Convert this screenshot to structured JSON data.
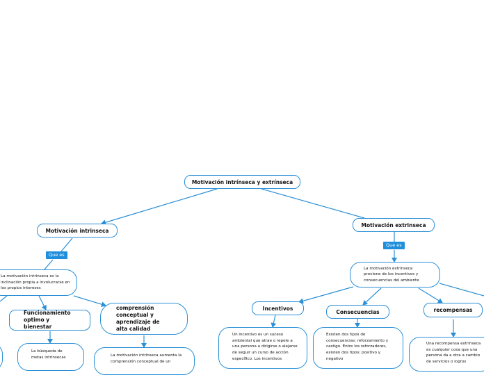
{
  "root": {
    "title": "Motivación intrínseca y extrínseca"
  },
  "left": {
    "title": "Motivación intrinseca",
    "link_label": "Que es",
    "definition": "La motivación intrínseca es la inclinación propia a involucrarse en los propios intereses",
    "child1": "Funcionamiento optimo y bienestar",
    "child1_note": "La búsqueda de metas intrínsecas",
    "child2": "comprensión conceptual y aprendizaje de alta calidad",
    "child2_note": "La motivación intrínseca aumenta la comprensión conceptual de un"
  },
  "right": {
    "title": "Motivación extrinseca",
    "link_label": "Que es",
    "definition": "La motivación extrínseca proviene de los incentivos y consecuencias del ambiente",
    "child1": "Incentivos",
    "child1_note": "Un incentivo es un suceso ambiental que atrae o repele a una persona a dirigirse o alejarse de seguir un curso de acción específico. Los incentivos",
    "child2": "Consecuencias",
    "child2_note": "Existen dos tipos de consecuencias: reforzamiento y castigo. Entre los reforzadores, existen dos tipos: positivo y negativo",
    "child3": "recompensas",
    "child3_note": "Una recompensa extrínseca es cualquier cosa que una persona da a otra a cambio de servicios o logros"
  },
  "colors": {
    "accent": "#2a8fd6",
    "label_bg": "#1f8fdc",
    "text": "#111111"
  }
}
